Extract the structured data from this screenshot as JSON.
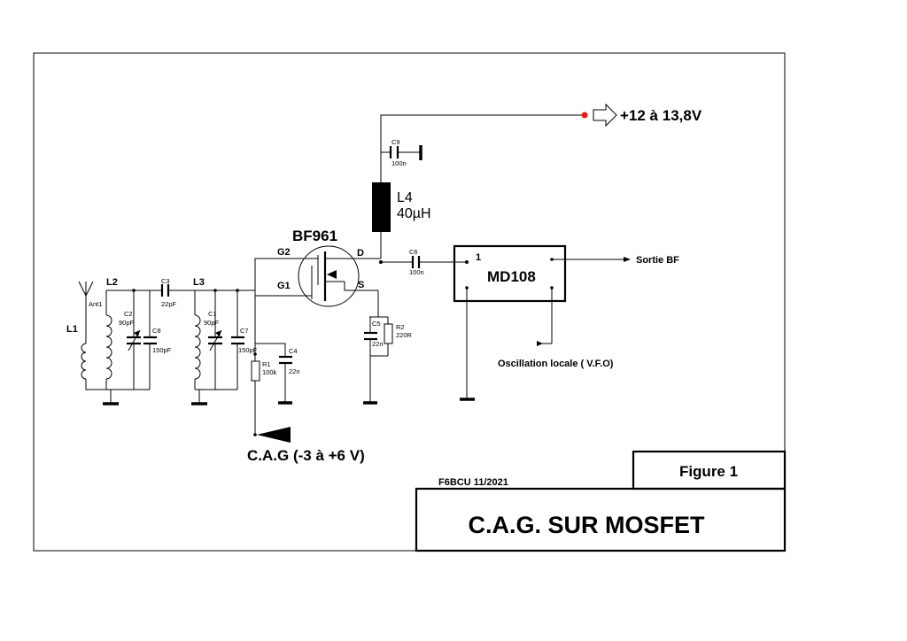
{
  "power": {
    "label": "+12 à 13,8V"
  },
  "transistor": {
    "name": "BF961",
    "g2": "G2",
    "g1": "G1",
    "d": "D",
    "s": "S"
  },
  "inductors": {
    "l1": "L1",
    "l2": "L2",
    "l3": "L3",
    "l4_name": "L4",
    "l4_value": "40µH"
  },
  "antenna": {
    "label": "Ant1"
  },
  "capacitors": {
    "c1": "C1",
    "c1_val": "90pF",
    "c2": "C2",
    "c2_val": "90pF",
    "c3": "C3",
    "c3_val": "22pF",
    "c4": "C4",
    "c4_val": "22n",
    "c5": "C5",
    "c5_val": "22n",
    "c6": "C6",
    "c6_val": "100n",
    "c7": "C7",
    "c7_val": "150pF",
    "c8": "C8",
    "c8_val": "150pF",
    "c9": "C9",
    "c9_val": "100n"
  },
  "resistors": {
    "r1": "R1",
    "r1_val": "100k",
    "r2": "R2",
    "r2_val": "220R"
  },
  "mixer": {
    "name": "MD108",
    "pin1": "1"
  },
  "outputs": {
    "sortie": "Sortie BF",
    "vfo": "Oscillation locale ( V.F.O)"
  },
  "agc": {
    "label": "C.A.G (-3 à +6 V)"
  },
  "title_block": {
    "figure": "Figure 1",
    "author": "F6BCU 11/2021",
    "title": "C.A.G. SUR  MOSFET"
  },
  "colors": {
    "supply_dot": "#e51919",
    "ink": "#000000"
  }
}
